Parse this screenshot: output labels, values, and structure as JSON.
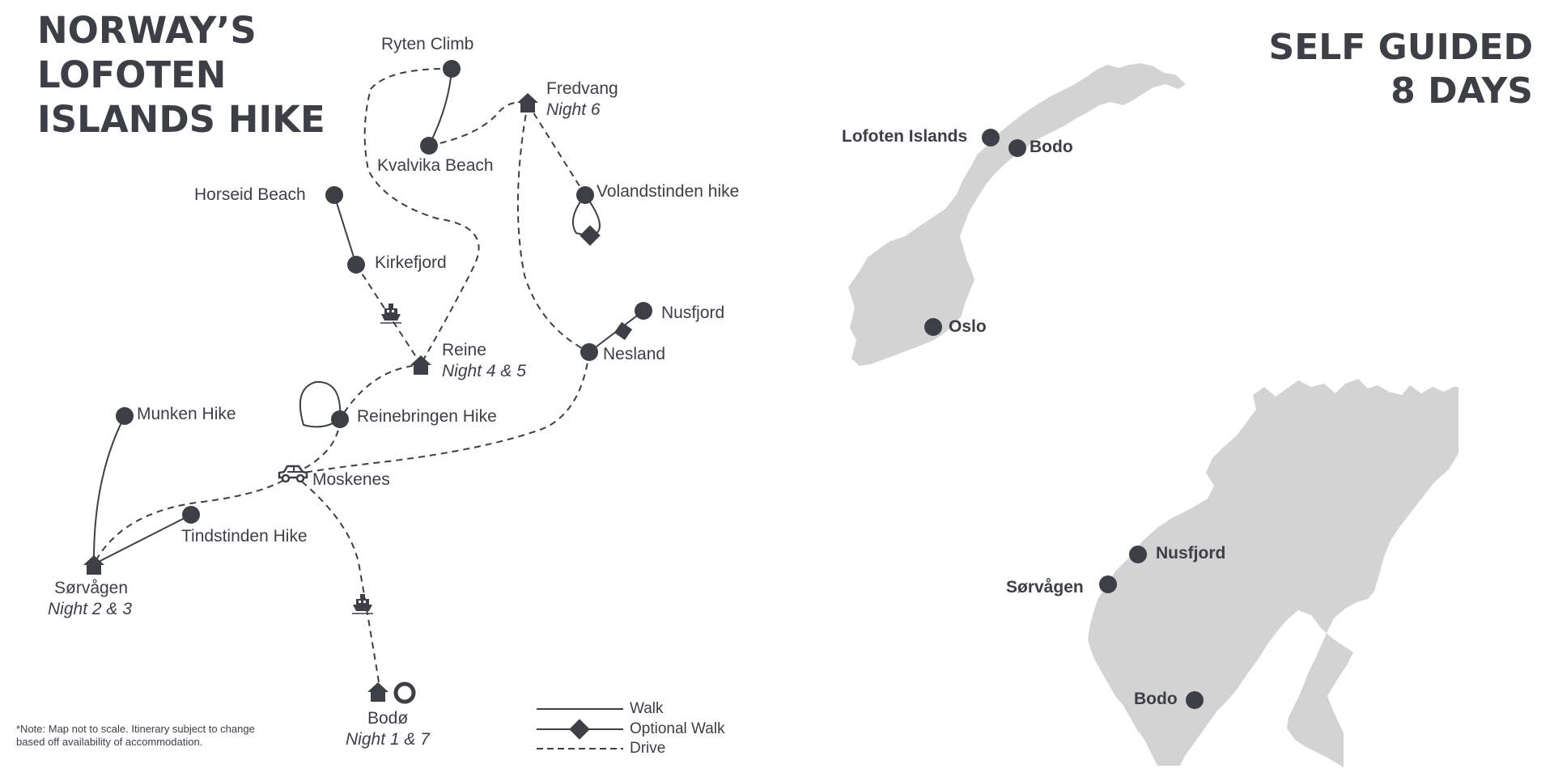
{
  "title": {
    "line1": "NORWAY’S",
    "line2": "LOFOTEN",
    "line3": "ISLANDS HIKE"
  },
  "tagline": {
    "line1": "SELF GUIDED",
    "line2": "8 DAYS"
  },
  "route_map": {
    "places": {
      "ryten": "Ryten Climb",
      "kvalvika": "Kvalvika Beach",
      "fredvang": "Fredvang",
      "fredvang_night": "Night 6",
      "volandstinden": "Volandstinden hike",
      "horseid": "Horseid Beach",
      "kirkefjord": "Kirkefjord",
      "nusfjord": "Nusfjord",
      "nesland": "Nesland",
      "reine": "Reine",
      "reine_night": "Night 4 & 5",
      "reinebringen": "Reinebringen Hike",
      "munken": "Munken Hike",
      "moskenes": "Moskenes",
      "tindstinden": "Tindstinden Hike",
      "sorvagen": "Sørvågen",
      "sorvagen_night": "Night 2 & 3",
      "bodo": "Bodø",
      "bodo_night": "Night 1 & 7"
    },
    "icons": [
      "house-icon",
      "ferry-icon",
      "car-icon",
      "start-ring-icon",
      "location-dot-icon",
      "diamond-icon"
    ]
  },
  "overview_map": {
    "norway": {
      "lofoten": "Lofoten Islands",
      "bodo": "Bodo",
      "oslo": "Oslo"
    },
    "region": {
      "nusfjord": "Nusfjord",
      "sorvagen": "Sørvågen",
      "bodo": "Bodo"
    }
  },
  "legend": {
    "walk": "Walk",
    "optional": "Optional Walk",
    "drive": "Drive"
  },
  "note": {
    "line1": "*Note: Map not to scale. Itinerary subject to change",
    "line2": "based off availability of accommodation."
  },
  "colors": {
    "ink": "#3d3f47",
    "land": "#d3d3d3",
    "background": "#ffffff"
  }
}
